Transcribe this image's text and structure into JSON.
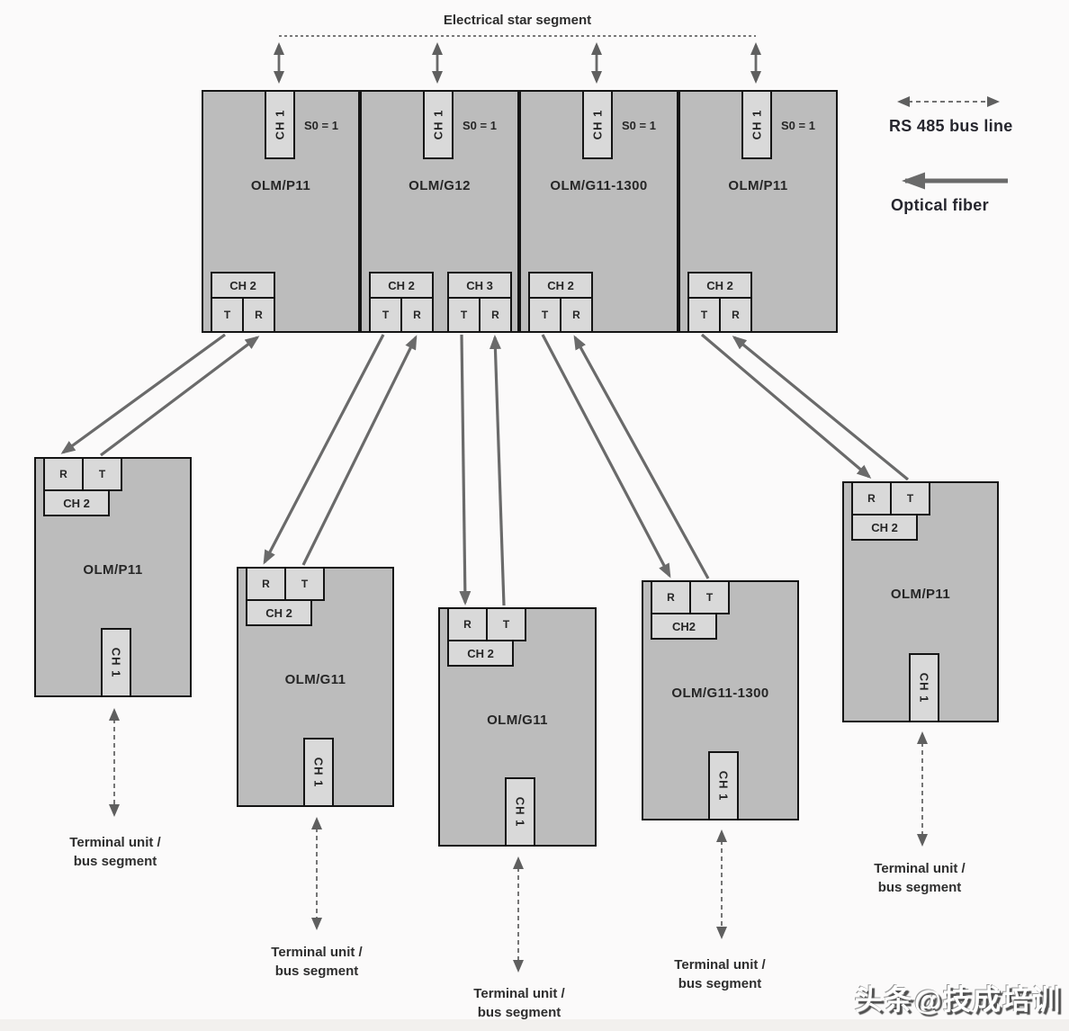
{
  "diagram_title": "Electrical star segment",
  "legend": {
    "rs485_label": "RS 485 bus line",
    "fiber_label": "Optical fiber"
  },
  "top_modules": [
    {
      "name": "OLM/P11",
      "ch1": "CH 1",
      "s0": "S0 = 1",
      "ports": [
        {
          "ch": "CH 2",
          "t": "T",
          "r": "R"
        }
      ]
    },
    {
      "name": "OLM/G12",
      "ch1": "CH 1",
      "s0": "S0 = 1",
      "ports": [
        {
          "ch": "CH 2",
          "t": "T",
          "r": "R"
        },
        {
          "ch": "CH 3",
          "t": "T",
          "r": "R"
        }
      ]
    },
    {
      "name": "OLM/G11-1300",
      "ch1": "CH 1",
      "s0": "S0 = 1",
      "ports": [
        {
          "ch": "CH 2",
          "t": "T",
          "r": "R"
        }
      ]
    },
    {
      "name": "OLM/P11",
      "ch1": "CH 1",
      "s0": "S0 = 1",
      "ports": [
        {
          "ch": "CH 2",
          "t": "T",
          "r": "R"
        }
      ]
    }
  ],
  "bottom_modules": [
    {
      "name": "OLM/P11",
      "port": {
        "r": "R",
        "t": "T",
        "ch": "CH 2"
      },
      "ch1": "CH 1",
      "terminal_line1": "Terminal unit /",
      "terminal_line2": "bus segment"
    },
    {
      "name": "OLM/G11",
      "port": {
        "r": "R",
        "t": "T",
        "ch": "CH 2"
      },
      "ch1": "CH 1",
      "terminal_line1": "Terminal unit /",
      "terminal_line2": "bus segment"
    },
    {
      "name": "OLM/G11",
      "port": {
        "r": "R",
        "t": "T",
        "ch": "CH 2"
      },
      "ch1": "CH 1",
      "terminal_line1": "Terminal unit /",
      "terminal_line2": "bus segment"
    },
    {
      "name": "OLM/G11-1300",
      "port": {
        "r": "R",
        "t": "T",
        "ch": "CH2"
      },
      "ch1": "CH 1",
      "terminal_line1": "Terminal unit /",
      "terminal_line2": "bus segment"
    },
    {
      "name": "OLM/P11",
      "port": {
        "r": "R",
        "t": "T",
        "ch": "CH 2"
      },
      "ch1": "CH 1",
      "terminal_line1": "Terminal unit /",
      "terminal_line2": "bus segment"
    }
  ],
  "watermark": "头条@技成培训",
  "colors": {
    "module_fill": "#bcbcbc",
    "port_fill": "#d9d9d9",
    "fiber_arrow": "#6a6a6a",
    "dashed_arrow": "#5f5f5f"
  }
}
